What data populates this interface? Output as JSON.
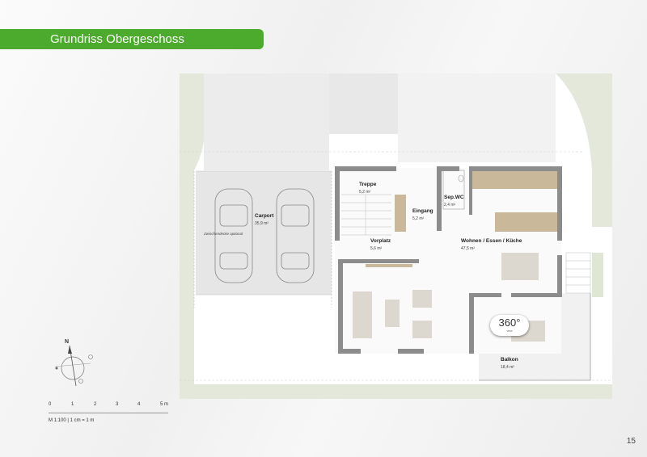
{
  "header": {
    "title": "Grundriss Obergeschoss"
  },
  "rooms": {
    "carport": {
      "name": "Carport",
      "area": "35,9 m²"
    },
    "treppe": {
      "name": "Treppe",
      "area": "5,2 m²"
    },
    "eingang": {
      "name": "Eingang",
      "area": "5,2 m²"
    },
    "sepwc": {
      "name": "Sep.WC",
      "area": "2,4 m²"
    },
    "vorplatz": {
      "name": "Vorplatz",
      "area": "5,6 m²"
    },
    "wohnen": {
      "name": "Wohnen / Essen / Küche",
      "area": "47,5 m²"
    },
    "balkon": {
      "name": "Balkon",
      "area": "18,4 m²"
    }
  },
  "carport_note": "Zwischendecke optional",
  "badge": {
    "main": "360°",
    "sub": "view"
  },
  "compass": {
    "north": "N"
  },
  "scale": {
    "ticks": [
      "0",
      "1",
      "2",
      "3",
      "4",
      "5 m"
    ],
    "note": "M 1:100 | 1 cm = 1 m"
  },
  "page": {
    "number": "15"
  },
  "colors": {
    "accent": "#4cab2c",
    "lawn": "#e3e8db",
    "paving": "#e9e9e9",
    "wall": "#8c8c8c",
    "furniture": "#c9b99a"
  }
}
